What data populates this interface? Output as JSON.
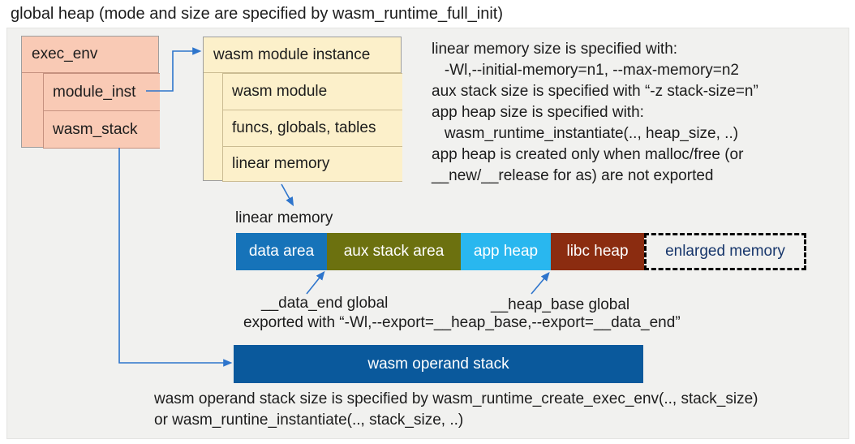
{
  "title": "global heap (mode and size are specified by wasm_runtime_full_init)",
  "exec_env": {
    "label": "exec_env",
    "fields": [
      "module_inst",
      "wasm_stack"
    ]
  },
  "module_instance": {
    "label": "wasm module instance",
    "fields": [
      "wasm module",
      "funcs, globals, tables",
      "linear memory"
    ]
  },
  "notes_right": {
    "lines": [
      "linear memory size is specified with:",
      "   -Wl,--initial-memory=n1, --max-memory=n2",
      "aux stack size is specified with “-z stack-size=n”",
      "app heap size is specified with:",
      "   wasm_runtime_instantiate(.., heap_size, ..)",
      "app heap is created only when malloc/free (or",
      "__new/__release for as) are not exported"
    ]
  },
  "linear_memory": {
    "label": "linear memory",
    "segments": [
      {
        "label": "data area",
        "color": "#1673b9"
      },
      {
        "label": "aux stack area",
        "color": "#6c710f"
      },
      {
        "label": "app heap",
        "color": "#29b7ef"
      },
      {
        "label": "libc heap",
        "color": "#8b2c10"
      }
    ],
    "enlarged": {
      "label": "enlarged memory",
      "text_color": "#17366b"
    }
  },
  "annotations": {
    "data_end": "__data_end global",
    "heap_base": "__heap_base global",
    "exported": "exported with “-Wl,--export=__heap_base,--export=__data_end”"
  },
  "operand_stack": {
    "label": "wasm operand stack",
    "color": "#0a599c",
    "notes": [
      "wasm operand stack size is specified by wasm_runtime_create_exec_env(.., stack_size)",
      "or wasm_runtine_instantiate(.., stack_size, ..)"
    ]
  },
  "colors": {
    "panel_bg": "#f1f1ef",
    "struct_box_fill": "#f9cab5",
    "instance_box_fill": "#fcf0ca",
    "arrow": "#2e75cc",
    "text": "#1c1c1c"
  }
}
